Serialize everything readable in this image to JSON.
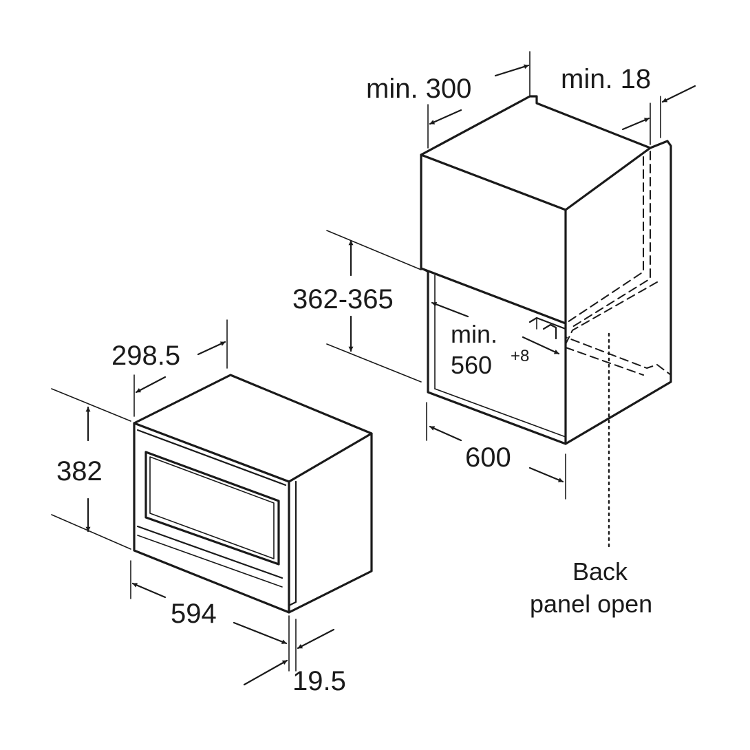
{
  "appliance": {
    "depth_label": "298.5",
    "height_label": "382",
    "width_label": "594",
    "frame_offset_label": "19.5"
  },
  "niche": {
    "depth_min_label": "min. 300",
    "gap_min_label": "min. 18",
    "height_range_label": "362-365",
    "width_min_prefix": "min.",
    "width_min_value": "560",
    "width_min_tolerance": "+8",
    "width_label": "600",
    "back_panel_line1": "Back",
    "back_panel_line2": "panel open"
  }
}
